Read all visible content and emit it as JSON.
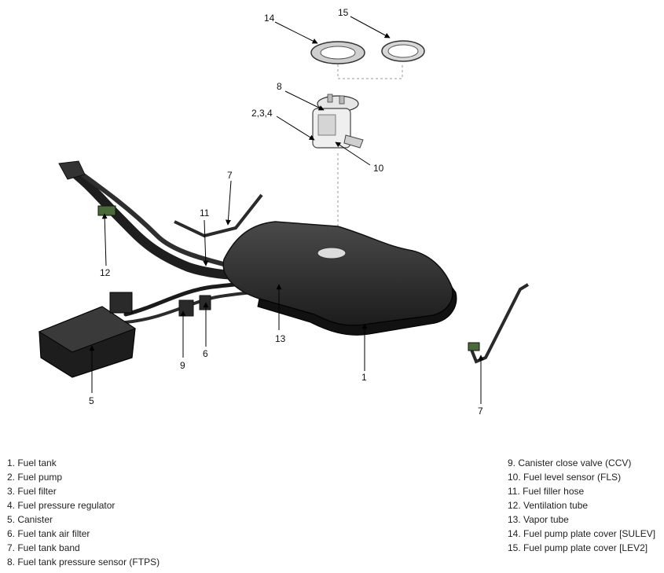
{
  "callouts": {
    "c14": "14",
    "c15": "15",
    "c8": "8",
    "c234": "2,3,4",
    "c10": "10",
    "c7a": "7",
    "c11": "11",
    "c12": "12",
    "c13": "13",
    "c9": "9",
    "c6": "6",
    "c5": "5",
    "c1": "1",
    "c7b": "7"
  },
  "legend_left": [
    "1. Fuel tank",
    "2. Fuel pump",
    "3. Fuel filter",
    "4. Fuel pressure regulator",
    "5. Canister",
    "6. Fuel tank air filter",
    "7. Fuel tank band",
    "8. Fuel tank pressure sensor (FTPS)"
  ],
  "legend_right": [
    "9. Canister close valve (CCV)",
    "10. Fuel level sensor (FLS)",
    "11. Fuel filler hose",
    "12. Ventilation tube",
    "13. Vapor tube",
    "14. Fuel pump plate cover [SULEV]",
    "15. Fuel pump plate cover [LEV2]"
  ]
}
